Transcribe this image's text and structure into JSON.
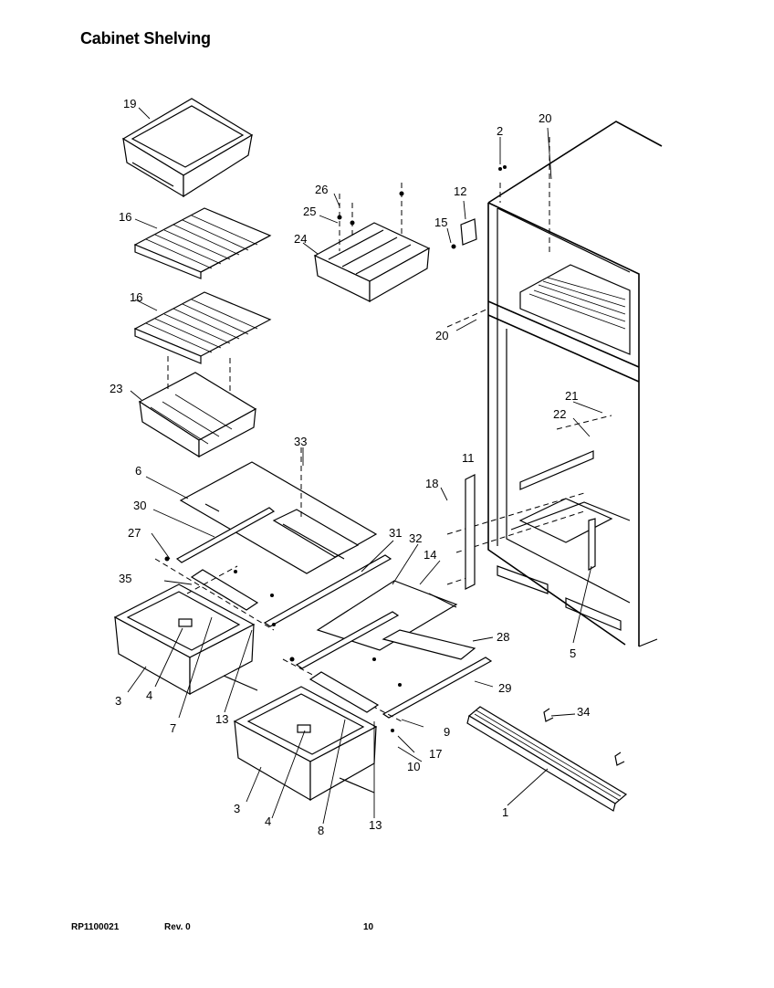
{
  "page": {
    "title": "Cabinet Shelving",
    "footer_code": "RP1100021",
    "footer_rev": "Rev. 0",
    "footer_page": "10"
  },
  "diagram": {
    "callouts": [
      "19",
      "16",
      "16",
      "23",
      "26",
      "25",
      "24",
      "2",
      "20",
      "12",
      "15",
      "20",
      "21",
      "22",
      "11",
      "18",
      "33",
      "6",
      "30",
      "27",
      "35",
      "31",
      "32",
      "14",
      "28",
      "29",
      "3",
      "4",
      "7",
      "13",
      "9",
      "17",
      "10",
      "3",
      "4",
      "8",
      "13",
      "34",
      "1",
      "5"
    ]
  }
}
